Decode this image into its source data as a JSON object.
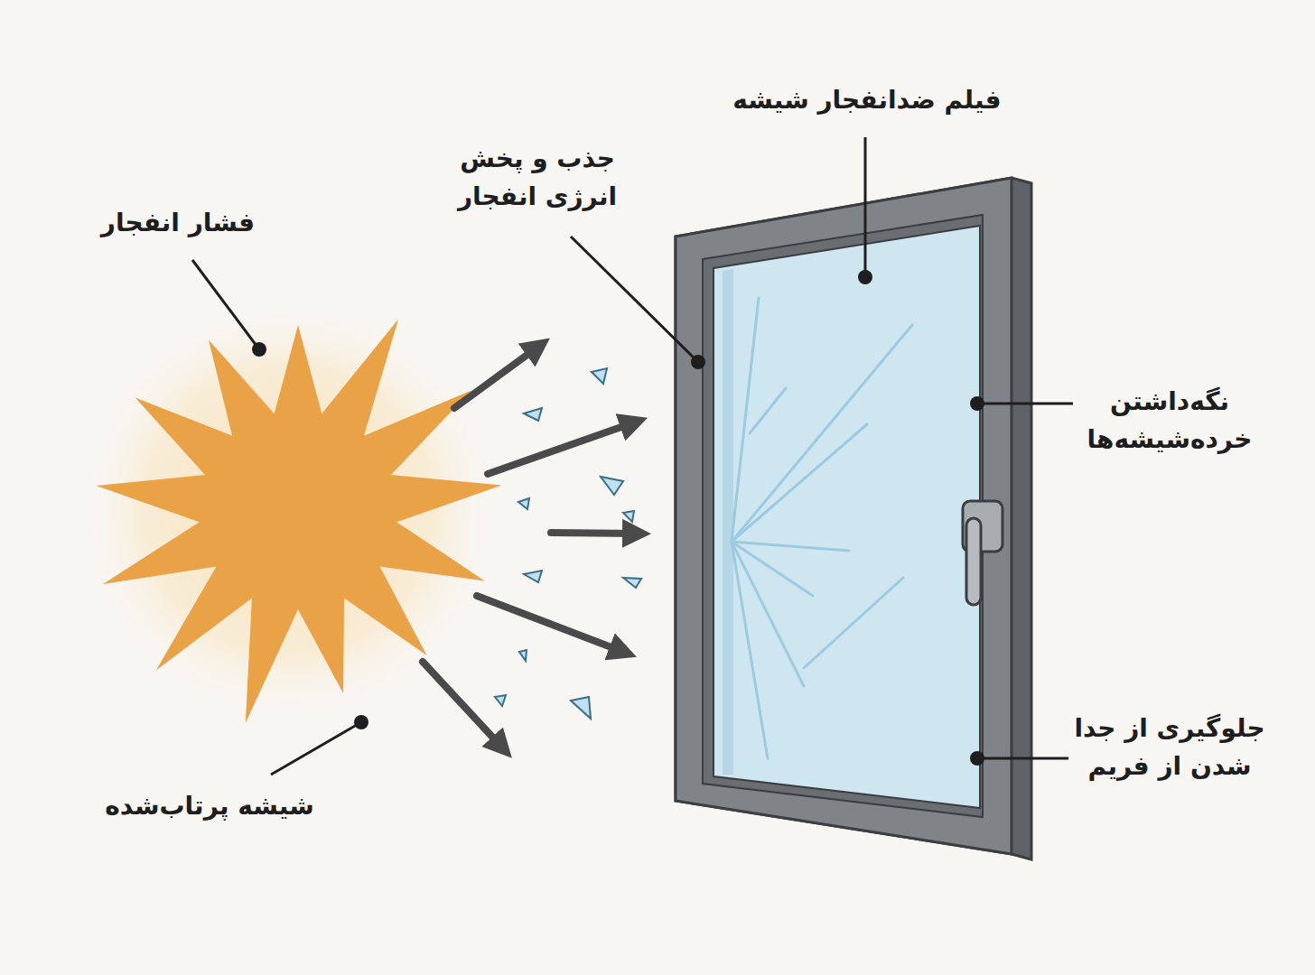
{
  "diagram": {
    "labels": [
      "فیلم ضدانفجار شیشه",
      "جذب و پخش انرژی انفجار",
      "فشار انفجار",
      "نگه‌داشتن خرده‌شیشه‌ها",
      "جلوگیری از جدا شدن از فریم",
      "شیشه پرتاب‌شده"
    ]
  }
}
